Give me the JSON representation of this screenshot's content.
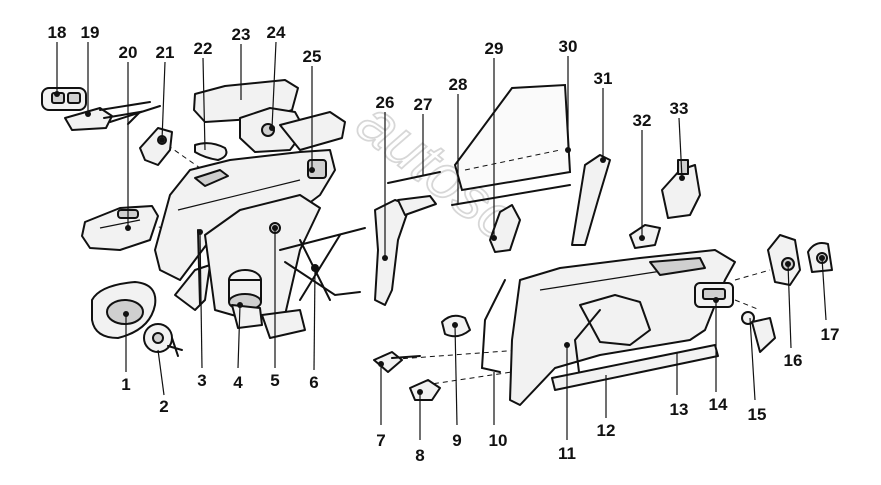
{
  "callouts": [
    {
      "label": "1"
    },
    {
      "label": "2"
    },
    {
      "label": "3"
    },
    {
      "label": "4"
    },
    {
      "label": "5"
    },
    {
      "label": "6"
    },
    {
      "label": "7"
    },
    {
      "label": "8"
    },
    {
      "label": "9"
    },
    {
      "label": "10"
    },
    {
      "label": "11"
    },
    {
      "label": "12"
    },
    {
      "label": "13"
    },
    {
      "label": "14"
    },
    {
      "label": "15"
    },
    {
      "label": "16"
    },
    {
      "label": "17"
    },
    {
      "label": "18"
    },
    {
      "label": "19"
    },
    {
      "label": "20"
    },
    {
      "label": "21"
    },
    {
      "label": "22"
    },
    {
      "label": "23"
    },
    {
      "label": "24"
    },
    {
      "label": "25"
    },
    {
      "label": "26"
    },
    {
      "label": "27"
    },
    {
      "label": "28"
    },
    {
      "label": "29"
    },
    {
      "label": "30"
    },
    {
      "label": "31"
    },
    {
      "label": "32"
    },
    {
      "label": "33"
    }
  ],
  "watermark": "autoso"
}
